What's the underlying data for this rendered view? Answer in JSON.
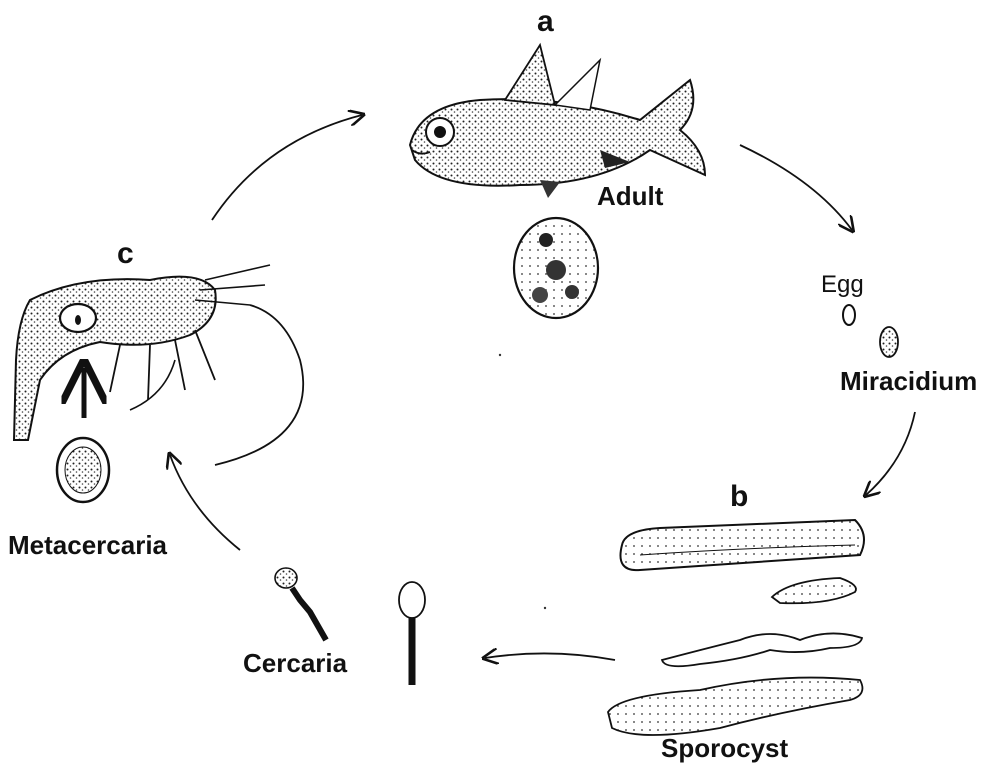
{
  "stage_letters": {
    "a": "a",
    "b": "b",
    "c": "c"
  },
  "labels": {
    "adult": "Adult",
    "egg": "Egg",
    "miracidium": "Miracidium",
    "sporocyst": "Sporocyst",
    "cercaria": "Cercaria",
    "metacercaria": "Metacercaria"
  }
}
